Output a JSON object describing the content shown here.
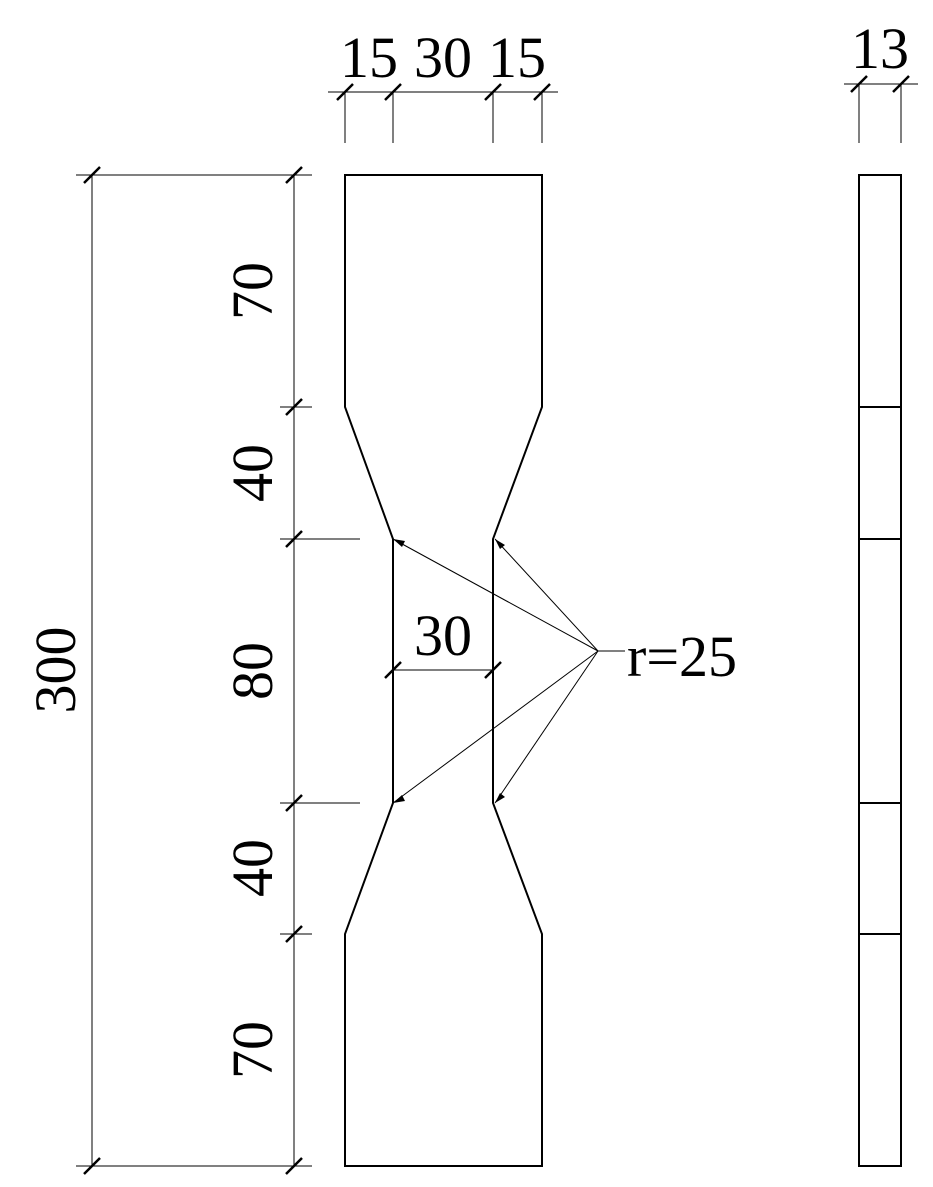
{
  "top_dims": {
    "left": "15",
    "middle": "30",
    "right": "15"
  },
  "side_dim": {
    "thickness": "13"
  },
  "overall": {
    "length": "300"
  },
  "segments": {
    "grip_top": "70",
    "taper_top": "40",
    "gauge": "80",
    "taper_bottom": "40",
    "grip_bottom": "70"
  },
  "gauge_width": "30",
  "radius_label": "r=25"
}
